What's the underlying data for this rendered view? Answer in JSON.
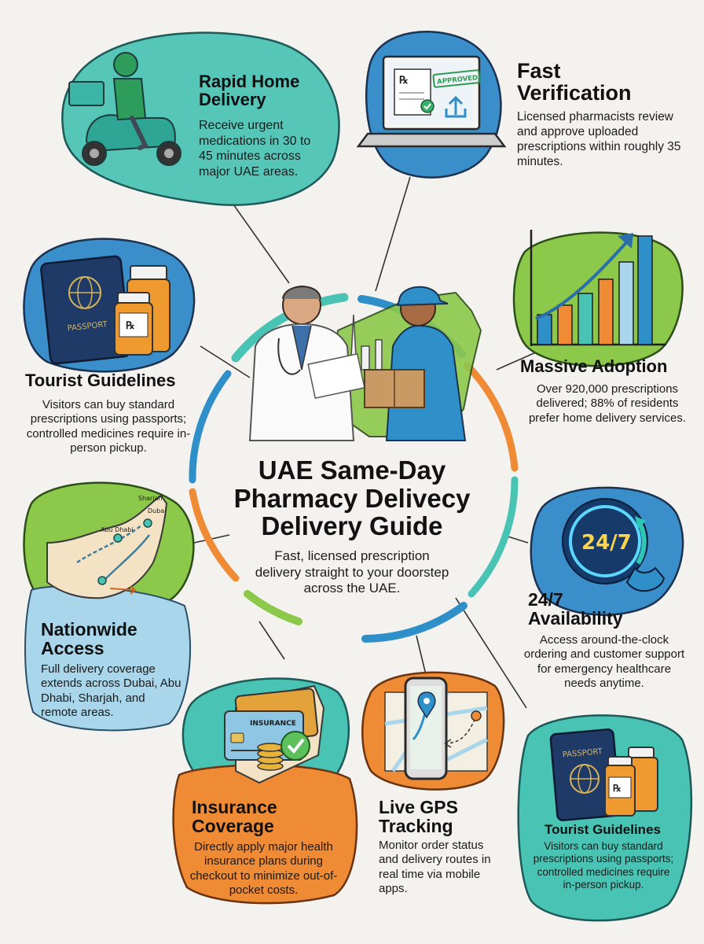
{
  "center": {
    "title_line1": "UAE Same-Day",
    "title_line2": "Pharmacy Delivecy",
    "title_line3": "Delivery Guide",
    "subtitle": "Fast, licensed prescription delivery straight to your doorstep across the UAE."
  },
  "cards": {
    "rapid_home_delivery": {
      "title": "Rapid Home Delivery",
      "text": "Receive urgent medications in 30 to 45 minutes across major UAE areas."
    },
    "fast_verification": {
      "title": "Fast Verification",
      "text": "Licensed pharmacists review and approve uploaded prescriptions within roughly 35 minutes.",
      "badge": "APPROVED"
    },
    "tourist_guidelines_left": {
      "title": "Tourist Guidelines",
      "text": "Visitors can buy standard prescriptions using passports; controlled medicines require in-person pickup.",
      "passport_label": "PASSPORT"
    },
    "massive_adoption": {
      "title": "Massive Adoption",
      "text": "Over 920,000 prescriptions delivered; 88% of residents prefer home delivery services."
    },
    "nationwide_access": {
      "title": "Nationwide Access",
      "text": "Full delivery coverage extends across Dubai, Abu Dhabi, Sharjah, and remote areas.",
      "map_labels": [
        "Sharjah",
        "Dubai",
        "Abu Dhabi"
      ]
    },
    "availability": {
      "title": "24/7 Availability",
      "text": "Access around-the-clock ordering and customer support for emergency healthcare needs anytime.",
      "clock_label": "24/7"
    },
    "insurance_coverage": {
      "title": "Insurance Coverage",
      "text": "Directly apply major health insurance plans during checkout to minimize out-of-pocket costs.",
      "card_label": "INSURANCE"
    },
    "live_gps_tracking": {
      "title": "Live GPS Tracking",
      "text": "Monitor order status and delivery routes in real time via mobile apps."
    },
    "tourist_guidelines_right": {
      "title": "Tourist Guidelines",
      "text": "Visitors can buy standard prescriptions using passports; controlled medicines require in-person pickup.",
      "passport_label": "PASSPORT"
    }
  },
  "colors": {
    "teal": "#49c4b4",
    "blue": "#2f8fc8",
    "green": "#8cc84a",
    "orange": "#ef8a35",
    "light_blue": "#a9d6ea",
    "navy": "#1f3a66"
  }
}
